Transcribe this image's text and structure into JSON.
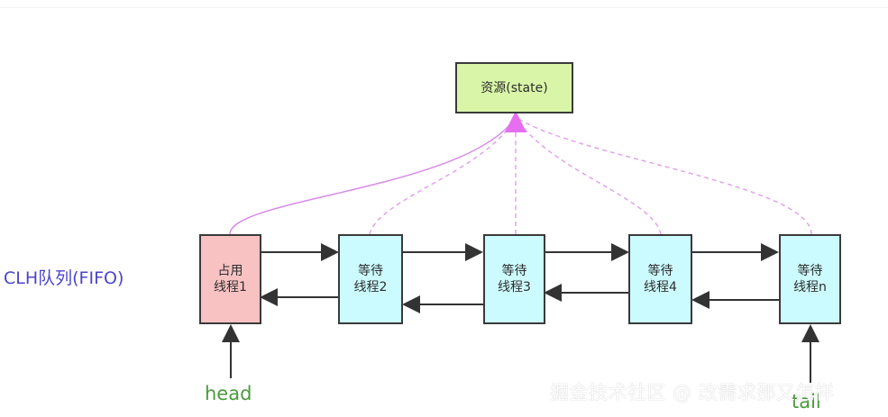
{
  "queue_label": "CLH队列(FIFO)",
  "resource": {
    "label": "资源(state)"
  },
  "nodes": [
    {
      "line1": "占用",
      "line2": "线程1"
    },
    {
      "line1": "等待",
      "line2": "线程2"
    },
    {
      "line1": "等待",
      "line2": "线程3"
    },
    {
      "line1": "等待",
      "line2": "线程4"
    },
    {
      "line1": "等待",
      "line2": "线程n"
    }
  ],
  "pointers": {
    "head": "head",
    "tail": "tail"
  },
  "watermark": "掘金技术社区 @ 改需求那又怎样",
  "colors": {
    "queue_label": "#4b45c8",
    "pointer_text": "#4b9a3d",
    "active_node": "#f8c2c2",
    "waiting_node": "#ccfbff",
    "resource_node": "#d9f5a8",
    "dashed_curve": "#e2a3eb",
    "solid_curve": "#d78ce6",
    "arrow_head": "#e66ef0"
  }
}
